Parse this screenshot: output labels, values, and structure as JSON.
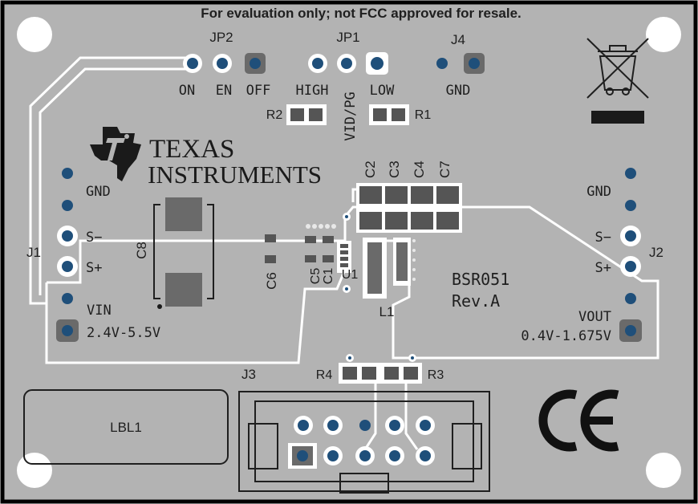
{
  "board": {
    "header_note": "For evaluation only; not FCC approved for resale.",
    "board_name": "BSR051",
    "revision": "Rev.A",
    "colors": {
      "pcb": "#b3b3b3",
      "trace": "#ffffff",
      "via": "#1f4f7a",
      "pad_gray": "#6a6a6a",
      "smd_pad": "#555555",
      "silk": "#1f1f1f",
      "outline": "#000000"
    }
  },
  "labels": {
    "jp2": "JP2",
    "jp1": "JP1",
    "j4": "J4",
    "on": "ON",
    "en": "EN",
    "off": "OFF",
    "high": "HIGH",
    "vid_pg": "VID/PG",
    "low": "LOW",
    "gnd_j4": "GND",
    "r2": "R2",
    "r1": "R1",
    "r3": "R3",
    "r4": "R4",
    "c2": "C2",
    "c3": "C3",
    "c4": "C4",
    "c7": "C7",
    "c8": "C8",
    "c6": "C6",
    "c5": "C5",
    "c1": "C1",
    "u1": "U1",
    "l1": "L1",
    "j1": "J1",
    "j2": "J2",
    "j3": "J3",
    "lbl1": "LBL1",
    "gnd_left": "GND",
    "s_minus_left": "S−",
    "s_plus_left": "S+",
    "vin": "VIN",
    "vin_range": "2.4V-5.5V",
    "gnd_right": "GND",
    "s_minus_right": "S−",
    "s_plus_right": "S+",
    "vout": "VOUT",
    "vout_range": "0.4V-1.675V",
    "ce_mark": "CE"
  },
  "logo": {
    "line1": "TEXAS",
    "line2": "INSTRUMENTS"
  },
  "icons": [
    "ti-logo-icon",
    "weee-bin-icon",
    "ce-mark-icon",
    "mounting-hole-icon"
  ]
}
